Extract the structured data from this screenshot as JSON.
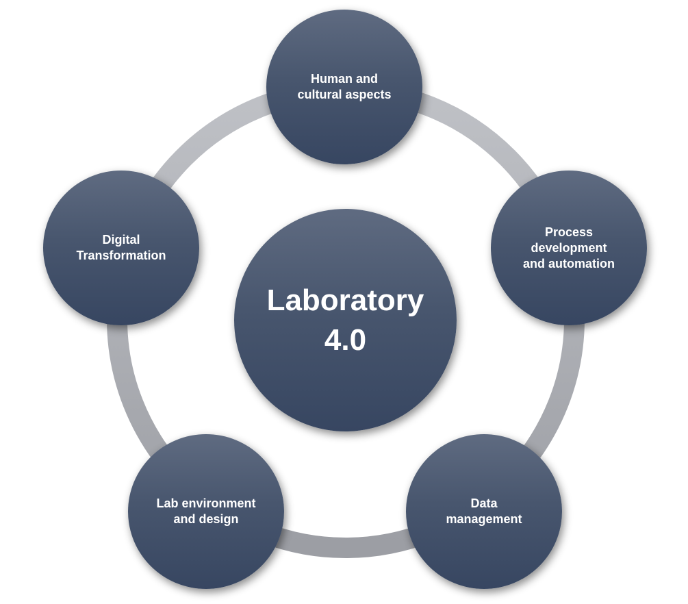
{
  "center": {
    "label": "Laboratory\n4.0"
  },
  "nodes": [
    {
      "id": "human-cultural",
      "label": "Human and\ncultural aspects"
    },
    {
      "id": "process-automation",
      "label": "Process\ndevelopment\nand automation"
    },
    {
      "id": "data-management",
      "label": "Data\nmanagement"
    },
    {
      "id": "lab-environment",
      "label": "Lab environment\nand design"
    },
    {
      "id": "digital-transformation",
      "label": "Digital\nTransformation"
    }
  ],
  "colors": {
    "node_top": "#5f6b81",
    "node_bottom": "#374661",
    "ring": "#a9abb0",
    "text": "#ffffff"
  }
}
